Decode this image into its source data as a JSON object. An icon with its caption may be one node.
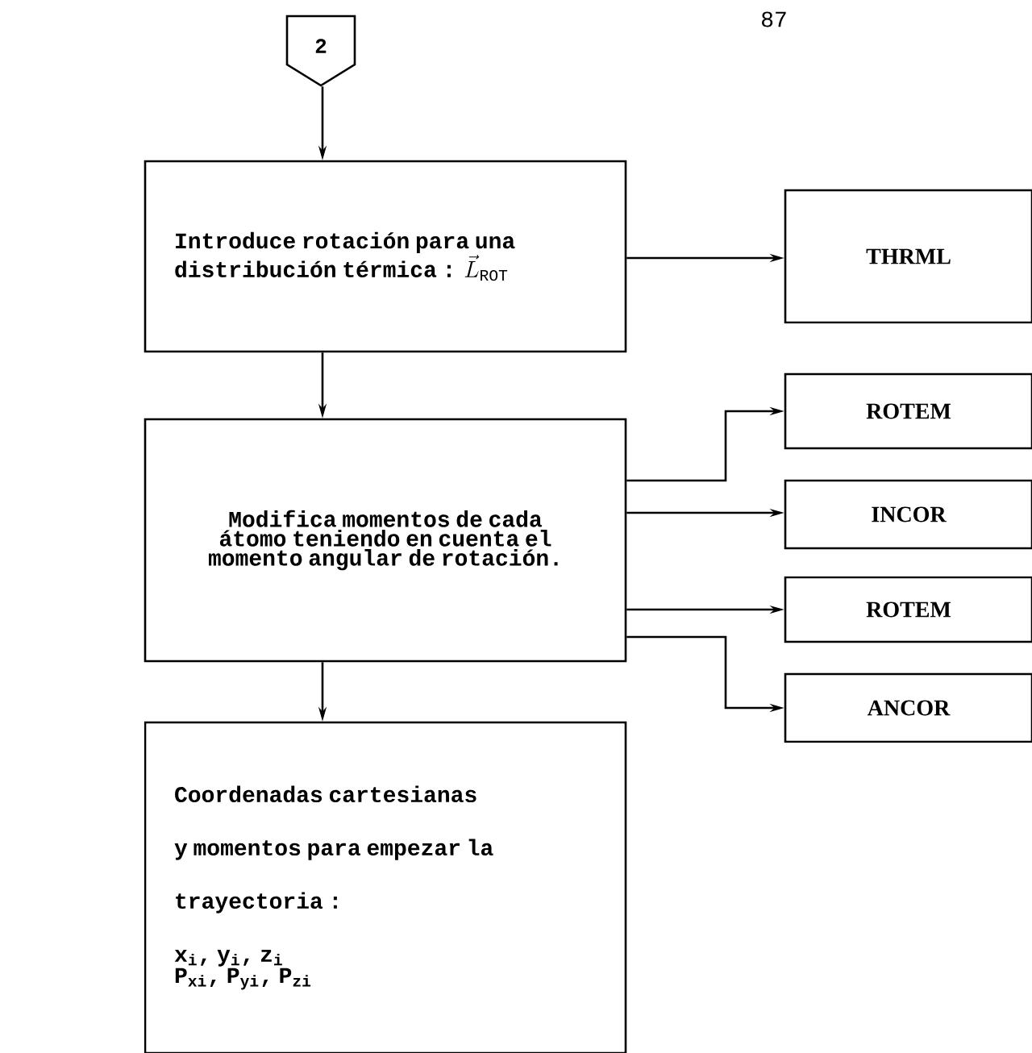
{
  "diagram": {
    "nodes": [
      {
        "text": [
          "2"
        ]
      },
      {
        "text": [
          "Introduce rotación para una distribución térmica :",
          "\\vec{L}_{\\mathrm{ROT}}"
        ]
      },
      {
        "text": [
          "THRML"
        ]
      },
      {
        "text": [
          "Modifica momentos de cada átomo teniendo en cuenta el momento angular de rotación."
        ]
      },
      {
        "text": [
          "ROTEM"
        ]
      },
      {
        "text": [
          "INCOR"
        ]
      },
      {
        "text": [
          "ROTEM"
        ]
      },
      {
        "text": [
          "ANCOR"
        ]
      },
      {
        "text": [
          "Coordenadas cartesianas y momentos para empezar la trayectoria :",
          "x$_{i}$, y$_{i}$, z$_{i}$",
          "P$_{xi}$, P$_{yi}$, P$_{zi}$"
        ]
      }
    ],
    "edges": [
      {
        "from": 0,
        "to": 1,
        "arrow": "to"
      },
      {
        "from": 1,
        "to": 2,
        "arrow": "to"
      },
      {
        "from": 1,
        "to": 3,
        "arrow": "to"
      },
      {
        "from": 3,
        "to": 4,
        "arrow": "to"
      },
      {
        "from": 3,
        "to": 5,
        "arrow": "to"
      },
      {
        "from": 3,
        "to": 6,
        "arrow": "to"
      },
      {
        "from": 3,
        "to": 7,
        "arrow": "to"
      },
      {
        "from": 3,
        "to": 8,
        "arrow": "to"
      }
    ],
    "labels": [
      "87"
    ]
  }
}
